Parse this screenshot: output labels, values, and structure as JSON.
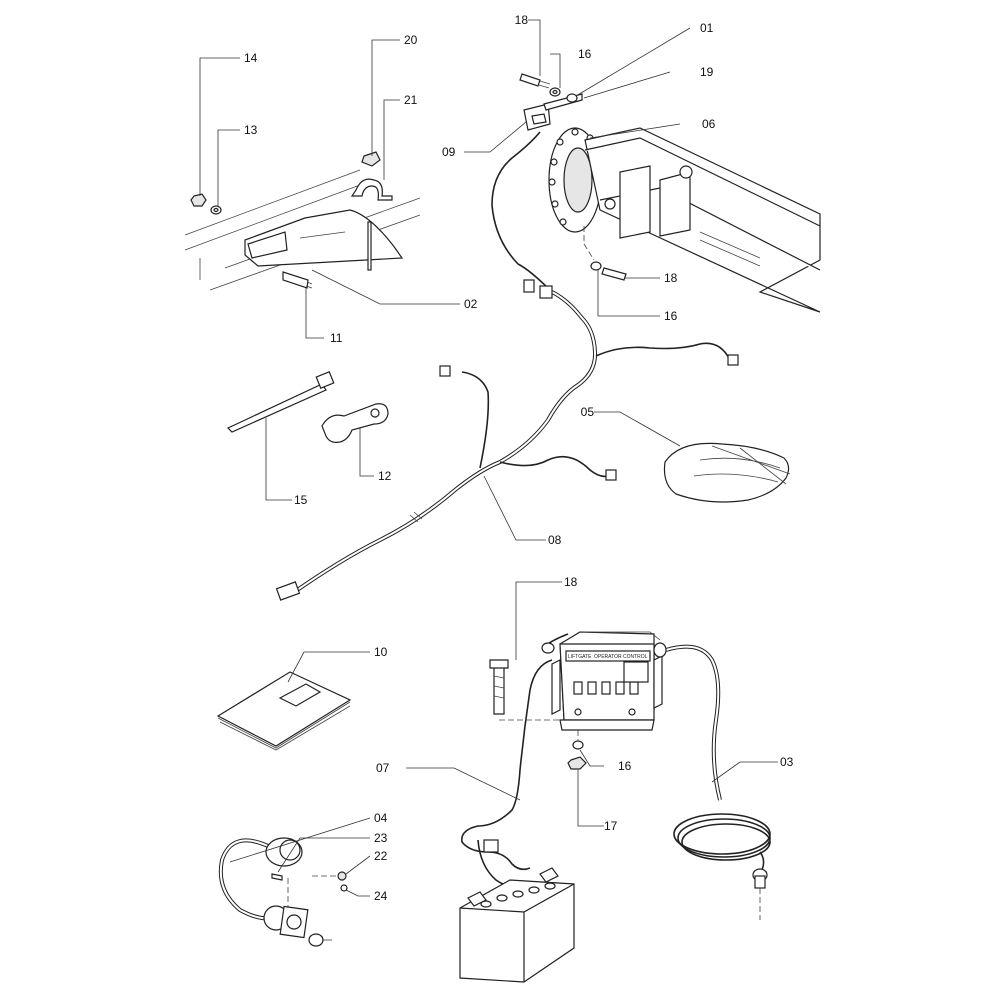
{
  "callouts": {
    "c01": "01",
    "c02": "02",
    "c03": "03",
    "c04": "04",
    "c05": "05",
    "c06": "06",
    "c07": "07",
    "c08": "08",
    "c09": "09",
    "c10": "10",
    "c11": "11",
    "c12": "12",
    "c13": "13",
    "c14": "14",
    "c15": "15",
    "c16a": "16",
    "c16b": "16",
    "c16c": "16",
    "c17": "17",
    "c18a": "18",
    "c18b": "18",
    "c18c": "18",
    "c19": "19",
    "c20": "20",
    "c21": "21",
    "c22": "22",
    "c23": "23",
    "c24": "24"
  },
  "controller": {
    "brand": "LIFTGATE",
    "panel_title": "OPERATOR CONTROL"
  }
}
